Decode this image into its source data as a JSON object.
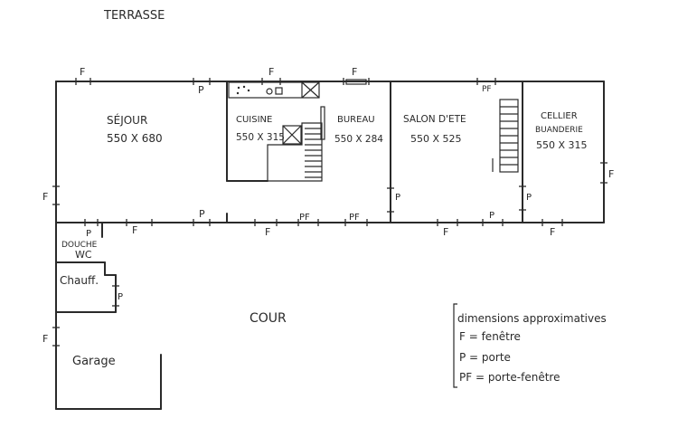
{
  "labels": {
    "terrasse": "TERRASSE",
    "cour": "COUR",
    "garage": "Garage"
  },
  "rooms": {
    "sejour": {
      "name": "SÉJOUR",
      "dims": "550 X 680"
    },
    "cuisine": {
      "name": "CUISINE",
      "dims": "550 X 315"
    },
    "bureau": {
      "name": "BUREAU",
      "dims": "550 X 284"
    },
    "salon": {
      "name": "SALON D'ETE",
      "dims": "550  X 525"
    },
    "cellier": {
      "name": "CELLIER",
      "name2": "BUANDERIE",
      "dims": "550 X 315"
    },
    "douche": {
      "name": "DOUCHE",
      "name2": "WC"
    },
    "chauff": {
      "name": "Chauff."
    }
  },
  "marks": {
    "f": "F",
    "p": "P",
    "pf": "PF"
  },
  "legend": {
    "title": "dimensions approximatives",
    "f": "F = fenêtre",
    "p": "P = porte",
    "pf": "PF = porte-fenêtre"
  }
}
